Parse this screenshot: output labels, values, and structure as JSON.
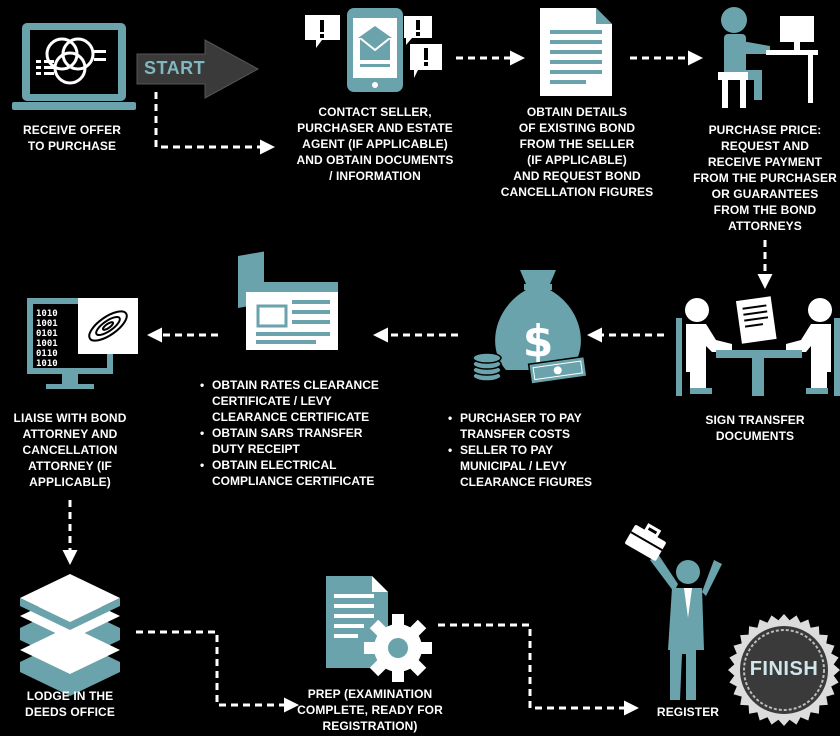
{
  "colors": {
    "teal": "#6aa3ab",
    "teal_light": "#8fc3c9",
    "white": "#ffffff",
    "background": "#000000"
  },
  "start": "START",
  "finish": "FINISH",
  "steps": {
    "receive_offer": [
      "RECEIVE OFFER",
      "TO PURCHASE"
    ],
    "contact_seller": [
      "CONTACT SELLER,",
      "PURCHASER AND ESTATE",
      "AGENT (IF APPLICABLE)",
      "AND OBTAIN DOCUMENTS",
      "/ INFORMATION"
    ],
    "obtain_details": [
      "OBTAIN DETAILS",
      "OF EXISTING BOND",
      "FROM THE SELLER",
      "(IF APPLICABLE)",
      "AND REQUEST BOND",
      "CANCELLATION FIGURES"
    ],
    "purchase_price": [
      "PURCHASE PRICE:",
      "REQUEST AND",
      "RECEIVE PAYMENT",
      "FROM THE PURCHASER",
      "OR GUARANTEES",
      "FROM THE BOND",
      "ATTORNEYS"
    ],
    "sign_transfer": [
      "SIGN TRANSFER",
      "DOCUMENTS"
    ],
    "liaise": [
      "LIAISE WITH BOND",
      "ATTORNEY AND",
      "CANCELLATION",
      "ATTORNEY (IF",
      "APPLICABLE)"
    ],
    "lodge": [
      "LODGE IN THE",
      "DEEDS OFFICE"
    ],
    "prep": [
      "PREP (EXAMINATION",
      "COMPLETE, READY FOR",
      "REGISTRATION)"
    ],
    "register": [
      "REGISTER"
    ]
  },
  "costs_list": [
    [
      "PURCHASER TO PAY",
      "TRANSFER COSTS"
    ],
    [
      "SELLER TO PAY",
      "MUNICIPAL / LEVY",
      "CLEARANCE FIGURES"
    ]
  ],
  "clearance_list": [
    [
      "OBTAIN RATES CLEARANCE",
      "CERTIFICATE / LEVY",
      "CLEARANCE CERTIFICATE"
    ],
    [
      "OBTAIN SARS TRANSFER",
      "DUTY RECEIPT"
    ],
    [
      "OBTAIN ELECTRICAL",
      "COMPLIANCE CERTIFICATE"
    ]
  ],
  "icons": {
    "receive_offer": "laptop-venn-icon",
    "contact_seller": "smartphone-mail-alert-icon",
    "obtain_details": "document-icon",
    "purchase_price": "person-at-computer-icon",
    "sign_transfer": "meeting-sign-document-icon",
    "costs": "money-bag-icon",
    "clearance": "certificate-icon",
    "liaise": "computer-binary-data-icon",
    "lodge": "layers-stack-icon",
    "prep": "document-gear-icon",
    "register": "celebrating-businessman-icon",
    "finish": "finish-seal-icon"
  },
  "values": {
    "teal": "#6aa3ab",
    "binary_rows": [
      "1010",
      "1001",
      "0101",
      "1001",
      "0110",
      "1010"
    ]
  }
}
